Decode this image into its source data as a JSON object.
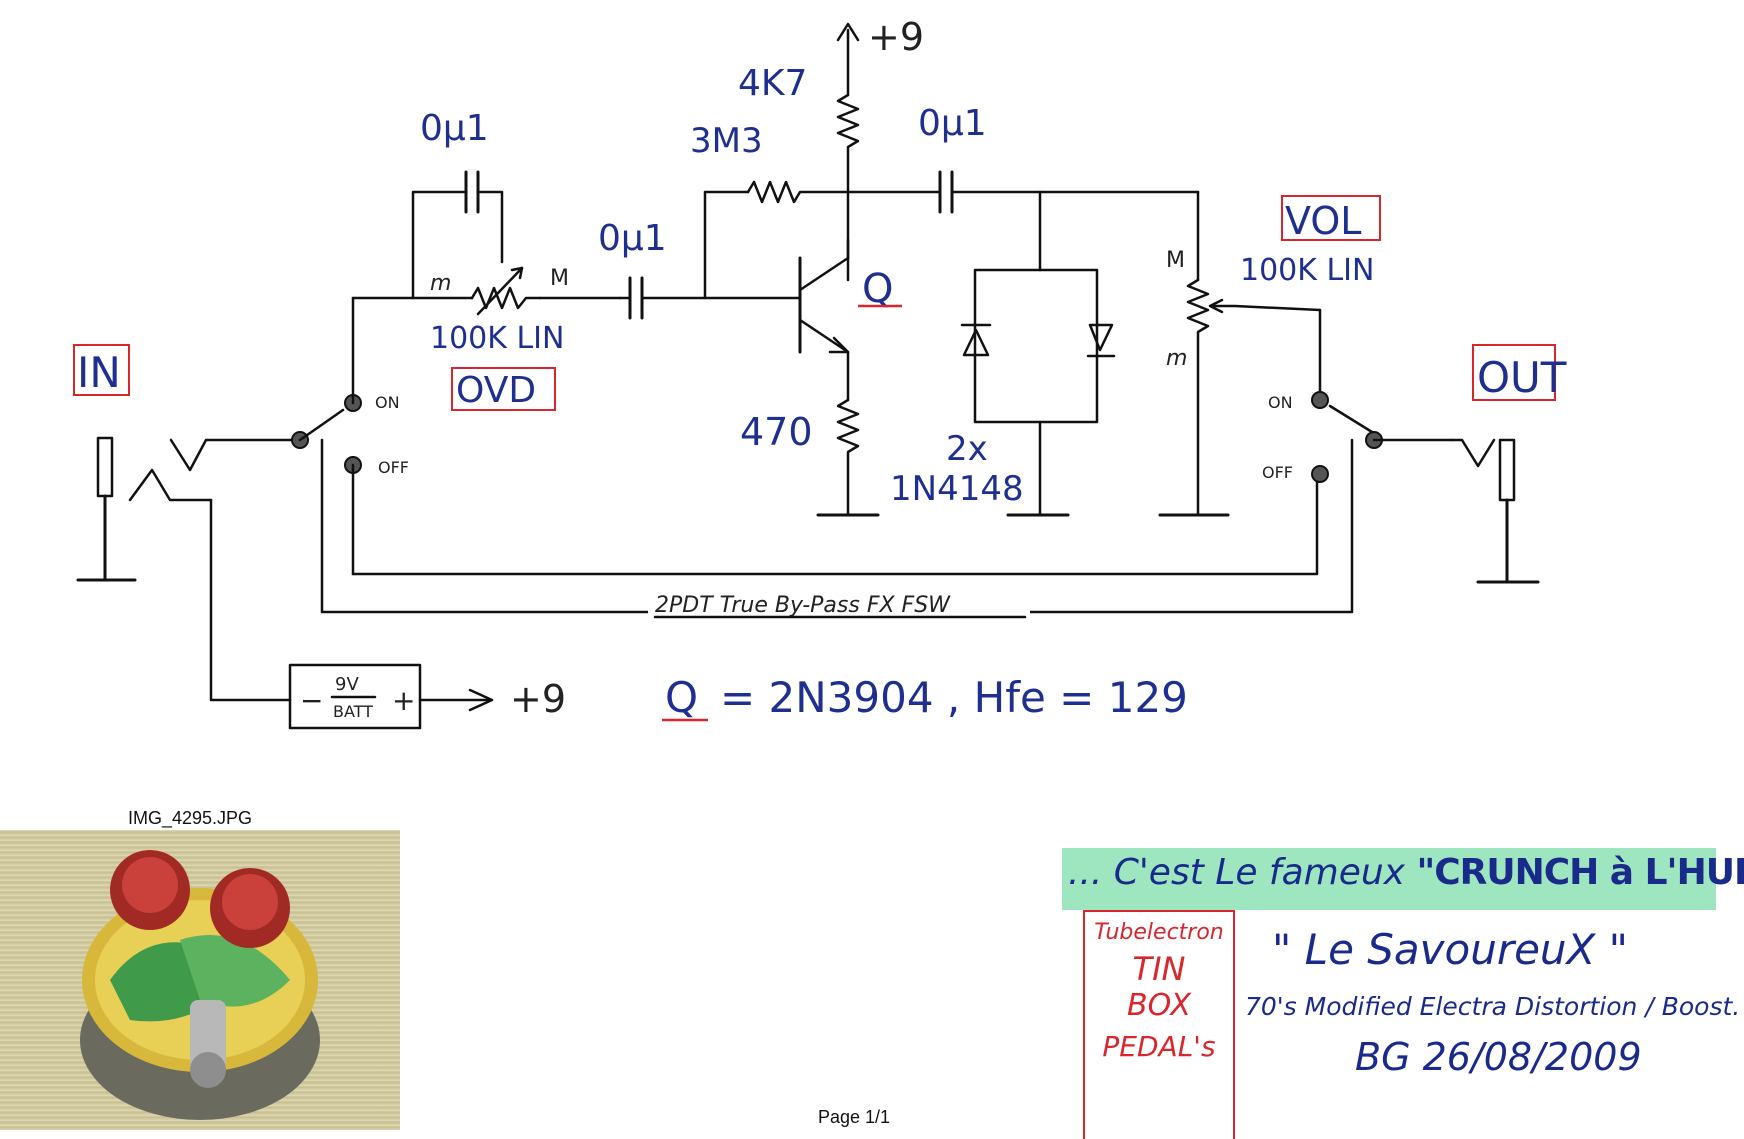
{
  "schematic": {
    "supply_top": "+9",
    "r_collector": "4K7",
    "r_feedback": "3M3",
    "c_input_bypass": "0μ1",
    "c_coupling_in": "0μ1",
    "c_coupling_out": "0μ1",
    "pot_ovd_value": "100K LIN",
    "pot_ovd_name": "OVD",
    "pot_ovd_m_left": "m",
    "pot_ovd_m_right": "M",
    "transistor_name": "Q",
    "r_emitter": "470",
    "diodes_count": "2x",
    "diodes_type": "1N4148",
    "pot_vol_name": "VOL",
    "pot_vol_value": "100K LIN",
    "pot_vol_m_top": "M",
    "pot_vol_m_bottom": "m",
    "jack_in": "IN",
    "jack_out": "OUT",
    "sw_on_left": "ON",
    "sw_off_left": "OFF",
    "sw_on_right": "ON",
    "sw_off_right": "OFF",
    "switch_label": "2PDT True By-Pass FX FSW",
    "batt_minus": "−",
    "batt_value": "9V",
    "batt_label": "BATT",
    "batt_plus": "+",
    "batt_supply": "+9",
    "transistor_spec_q": "Q",
    "transistor_spec_rest": "=  2N3904 , Hfe = 129"
  },
  "photo": {
    "caption": "IMG_4295.JPG"
  },
  "footer": {
    "page": "Page 1/1"
  },
  "title_card": {
    "banner_prefix": "... C'est Le fameux",
    "banner_name": "\"CRUNCH à L'HUILE\"",
    "brand_line1": "Tubelectron",
    "brand_line2": "TIN",
    "brand_line3": "BOX",
    "brand_line4": "PEDAL's",
    "pedal_name": "\" Le SavoureuX \"",
    "description": "70's Modified Electra Distortion / Boost.",
    "signature": "BG 26/08/2009"
  }
}
